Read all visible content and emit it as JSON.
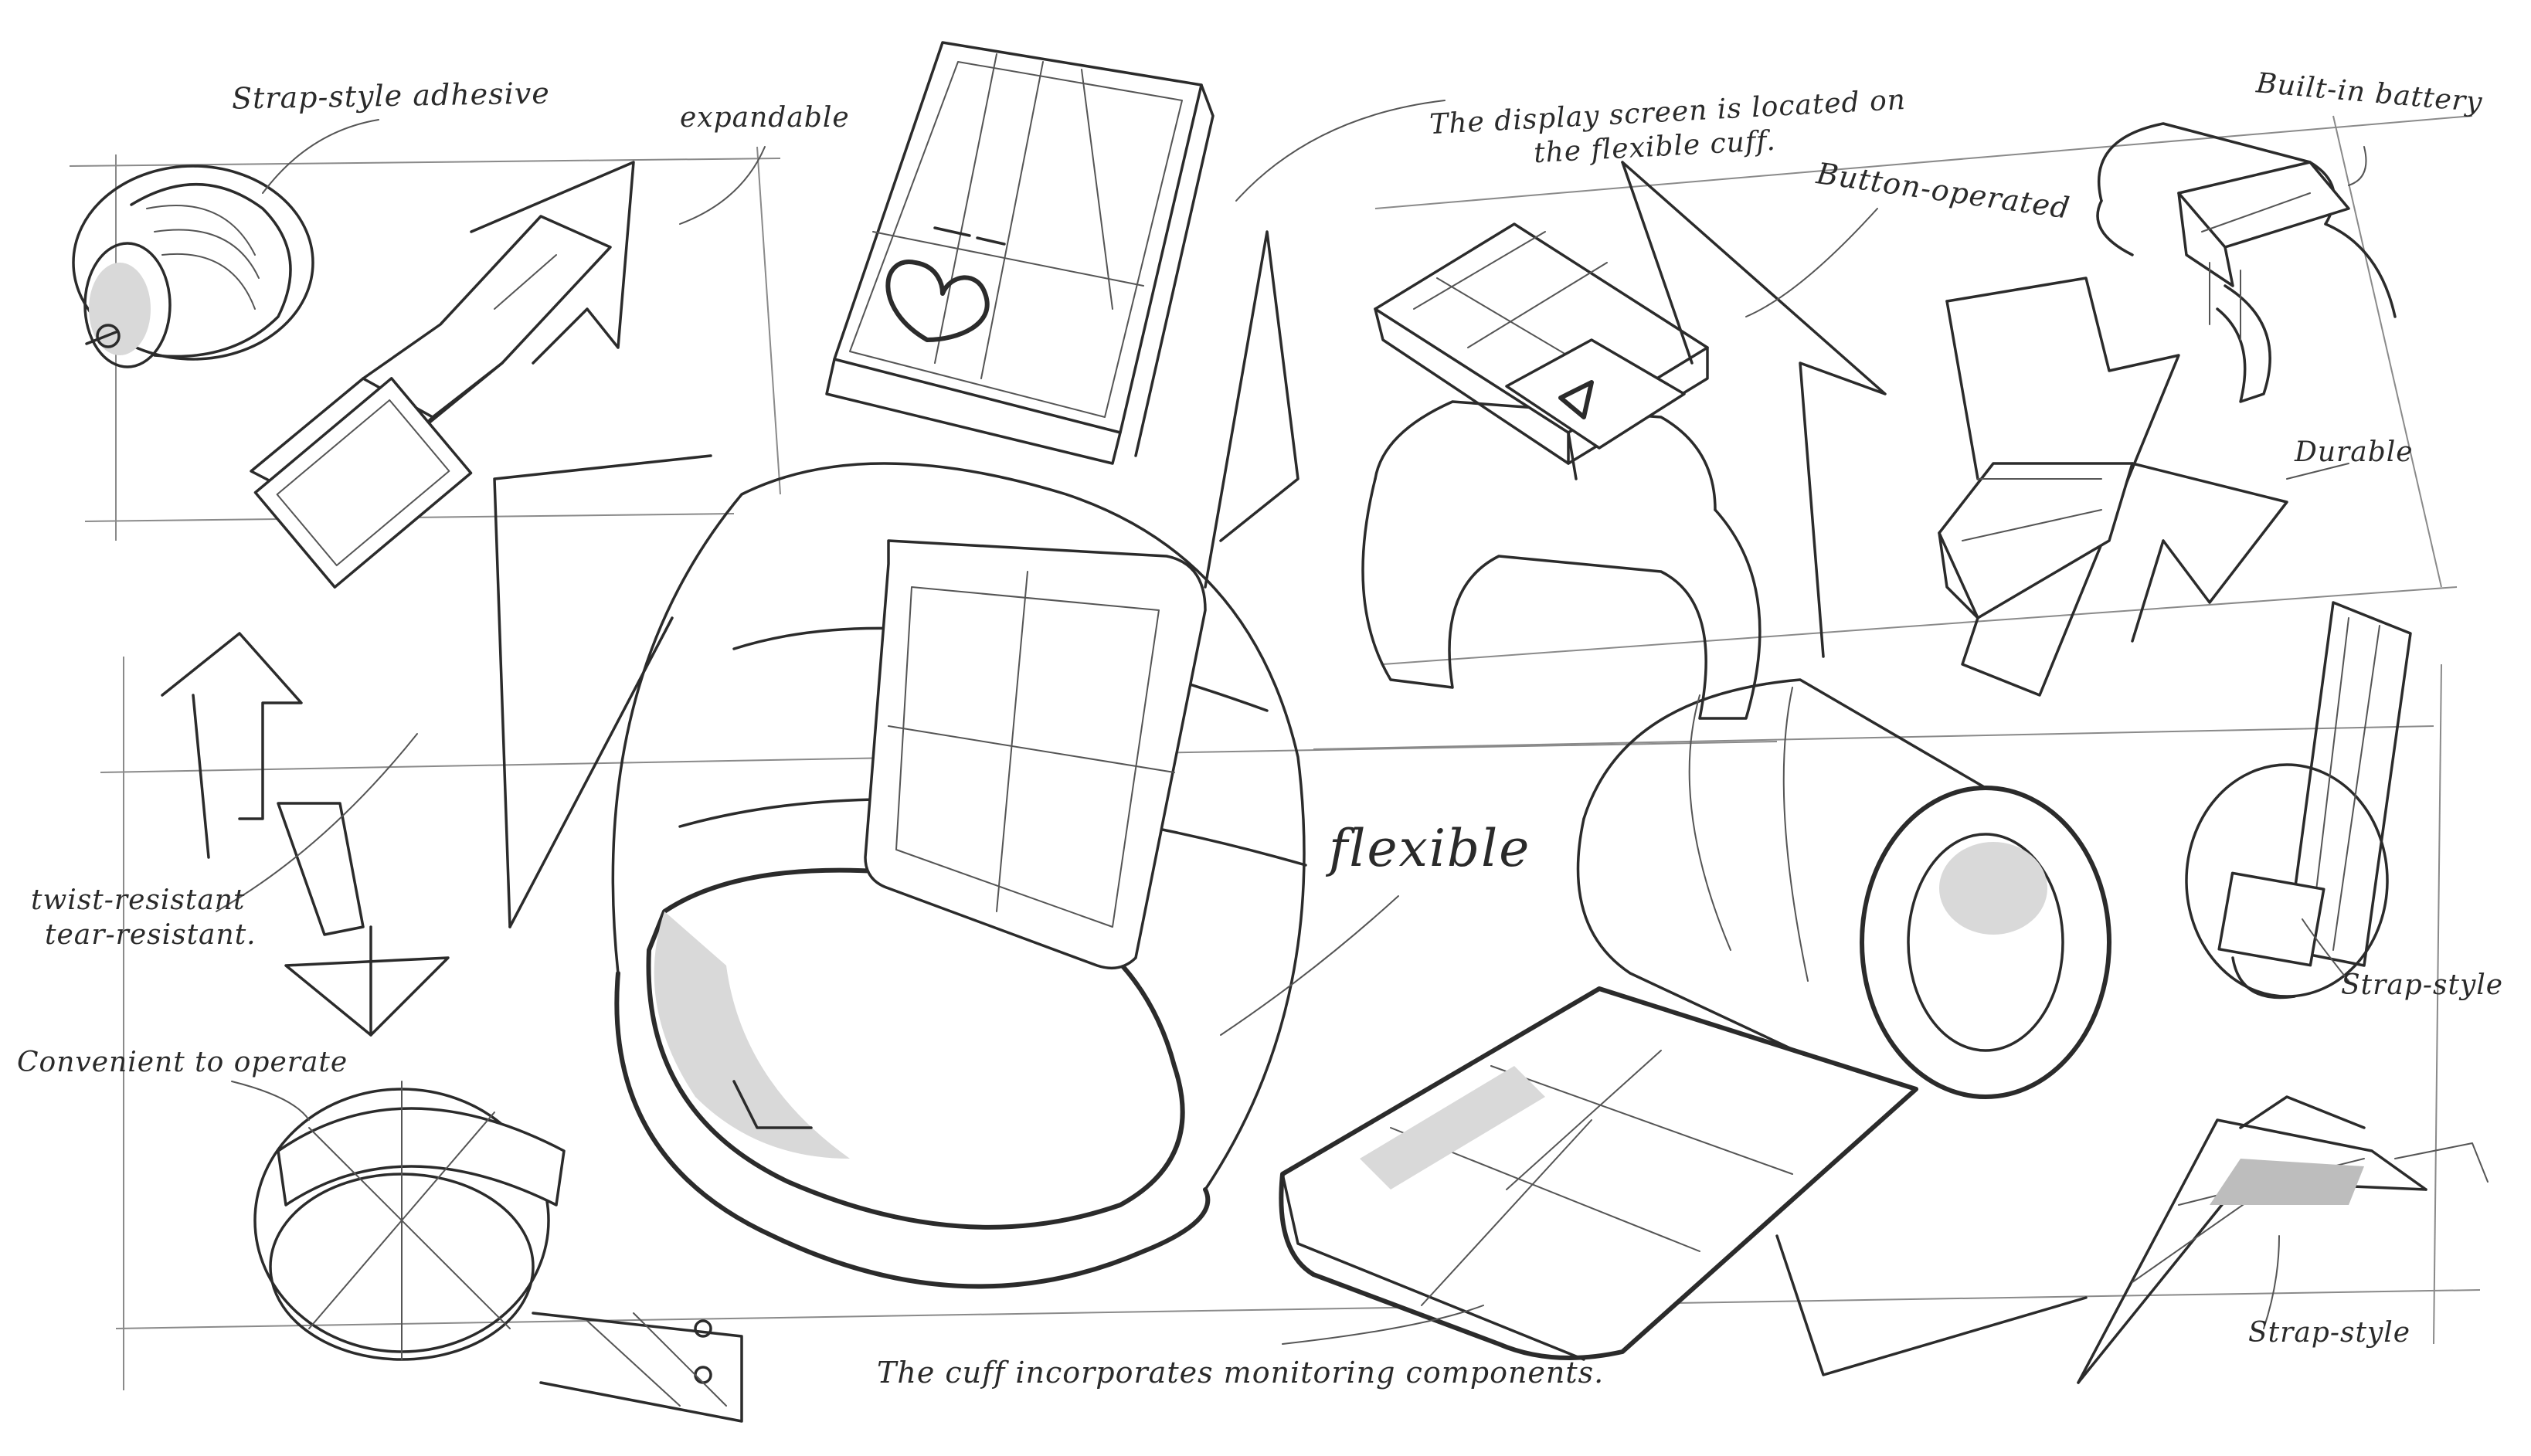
{
  "labels": {
    "strap_adhesive": "Strap-style adhesive",
    "expandable": "expandable",
    "display_cuff_line1": "The display screen is located on",
    "display_cuff_line2": "the flexible cuff.",
    "button_operated": "Button-operated",
    "built_in_battery": "Built-in battery",
    "durable": "Durable",
    "twist_line1": "twist-resistant",
    "twist_line2": "tear-resistant.",
    "flexible": "flexible",
    "convenient": "Convenient to operate",
    "strap_style_1": "Strap-style",
    "strap_style_2": "Strap-style",
    "cuff_components": "The cuff incorporates monitoring components."
  },
  "icons": {
    "heart": "heart-icon",
    "play": "play-triangle-icon"
  },
  "colors": {
    "ink": "#2b2b2b",
    "paper": "#ffffff",
    "shade": "#d9d9d9"
  }
}
